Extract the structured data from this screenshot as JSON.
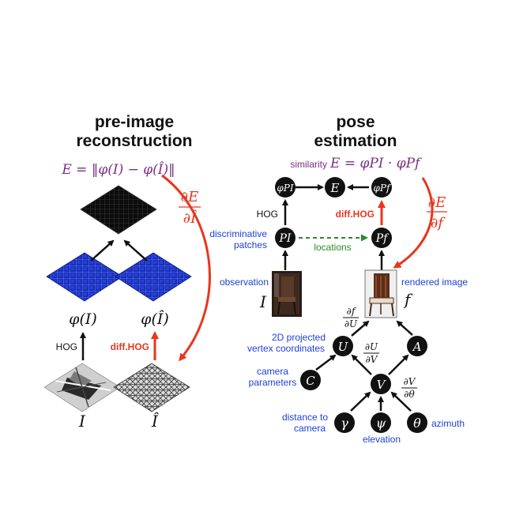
{
  "colors": {
    "purple": "#7a2f84",
    "blue": "#1f3fd6",
    "red": "#e8361d",
    "green": "#2a8a2a",
    "node": "#111111",
    "grid_blue": "#1a2fb8"
  },
  "left": {
    "title_line1": "pre-image",
    "title_line2": "reconstruction",
    "energy": "E = ‖φ(I) − φ(Î)‖",
    "grad_num": "∂E",
    "grad_den": "∂Î",
    "phi_I": "φ(I)",
    "phi_Ihat": "φ(Î)",
    "hog_label": "HOG",
    "diff_hog_label": "diff.HOG",
    "I_label": "I",
    "Ihat_label": "Î"
  },
  "right": {
    "title_line1": "pose",
    "title_line2": "estimation",
    "similarity_word": "similarity",
    "similarity_eq": "E = φPI · φPf",
    "grad_num": "∂E",
    "grad_den": "∂f",
    "hog_label": "HOG",
    "diff_hog_label": "diff.HOG",
    "disc_line1": "discriminative",
    "disc_line2": "patches",
    "locations": "locations",
    "observation": "observation",
    "rendered": "rendered image",
    "I_label": "I",
    "f_label": "f",
    "df_dU_num": "∂f",
    "df_dU_den": "∂U",
    "dU_dV_num": "∂U",
    "dU_dV_den": "∂V",
    "dV_dth_num": "∂V",
    "dV_dth_den": "∂θ",
    "proj_line1": "2D projected",
    "proj_line2": "vertex coordinates",
    "cam_line1": "camera",
    "cam_line2": "parameters",
    "dist_line1": "distance to",
    "dist_line2": "camera",
    "elevation": "elevation",
    "azimuth": "azimuth",
    "nodes": {
      "phiPI": "φPI",
      "E": "E",
      "phiPf": "φPf",
      "PI": "PI",
      "Pf": "Pf",
      "U": "U",
      "A": "A",
      "C": "C",
      "V": "V",
      "gamma": "γ",
      "psi": "ψ",
      "theta": "θ"
    }
  }
}
